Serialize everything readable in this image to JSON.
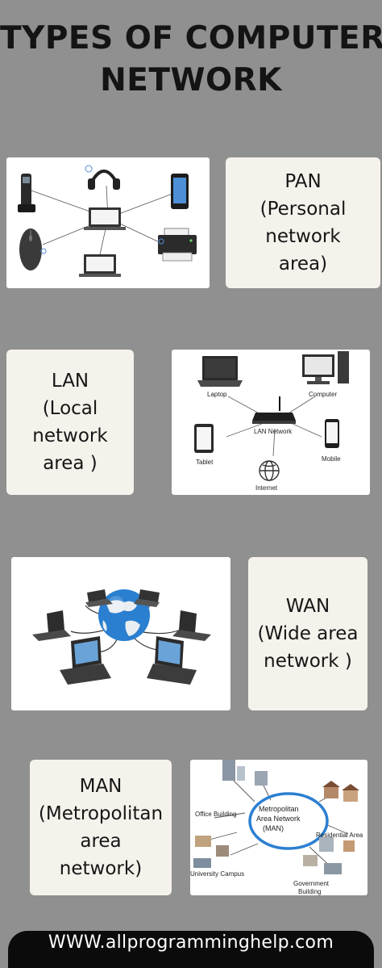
{
  "title": {
    "line1": "TYPES OF COMPUTER",
    "line2": "NETWORK"
  },
  "sections": [
    {
      "id": "pan",
      "lines": [
        "PAN",
        "(Personal",
        "network",
        "area)"
      ]
    },
    {
      "id": "lan",
      "lines": [
        "LAN",
        "(Local",
        "network",
        "area )"
      ]
    },
    {
      "id": "wan",
      "lines": [
        "WAN",
        "(Wide area",
        "network )"
      ]
    },
    {
      "id": "man",
      "lines": [
        "MAN",
        "(Metropolitan",
        "area",
        "network)"
      ]
    }
  ],
  "lan_diagram": {
    "laptop": "Laptop",
    "computer": "Computer",
    "hub": "LAN Network",
    "tablet": "Tablet",
    "mobile": "Mobile",
    "internet": "Internet"
  },
  "man_diagram": {
    "center_line1": "Metropolitan",
    "center_line2": "Area Network",
    "center_line3": "(MAN)",
    "office": "Office Building",
    "residential": "Residential Area",
    "university": "University Campus",
    "government_line1": "Government",
    "government_line2": "Building"
  },
  "footer": {
    "url": "WWW.allprogramminghelp.com"
  }
}
